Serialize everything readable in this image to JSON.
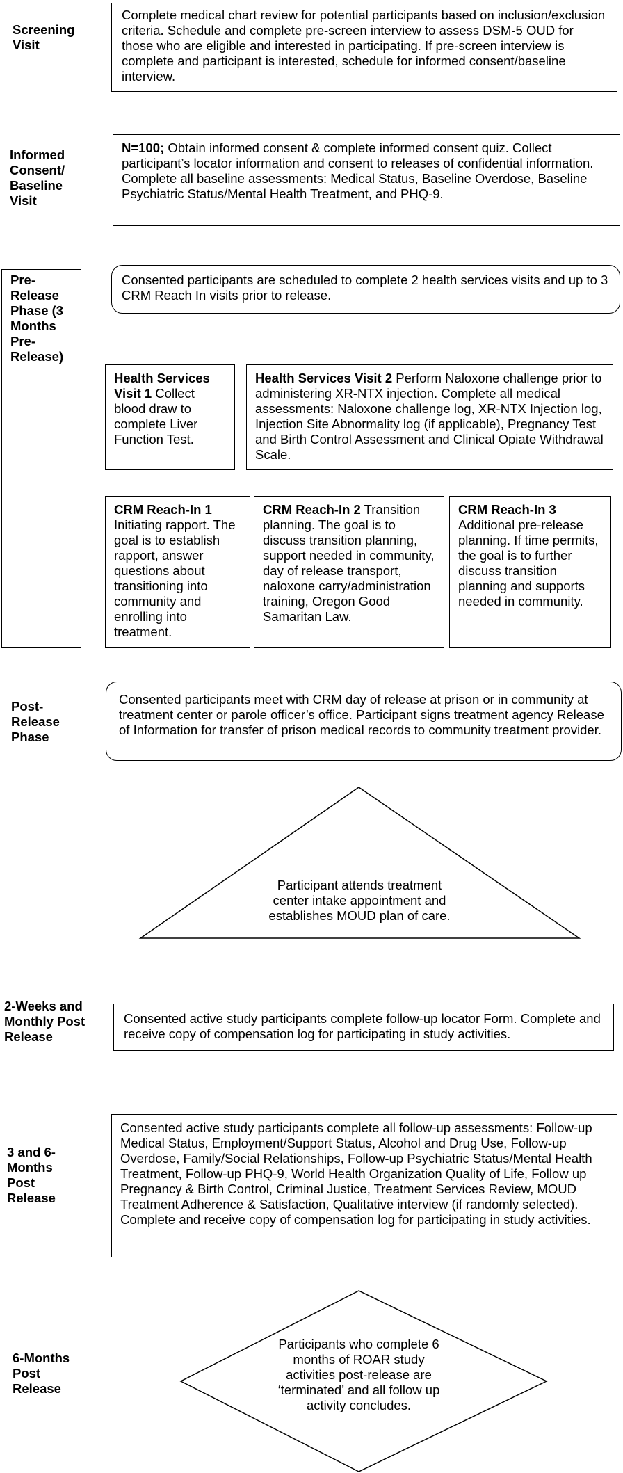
{
  "phases": {
    "screening": "Screening Visit",
    "consent": "Informed Consent/ Baseline Visit",
    "prerelease": "Pre-Release Phase (3 Months Pre-Release)",
    "postrelease": "Post-Release Phase",
    "twoweeks": "2-Weeks and Monthly Post Release",
    "threesix": "3 and 6-Months Post Release",
    "sixmonths": "6-Months Post Release"
  },
  "boxes": {
    "screening": "Complete medical chart review for potential participants based on inclusion/exclusion criteria. Schedule and complete pre-screen interview to assess DSM-5 OUD for those who are eligible and interested in participating. If pre-screen interview is complete and participant is interested, schedule for informed consent/baseline interview.",
    "consent_bold": "N=100;",
    "consent_text": " Obtain informed consent & complete informed consent quiz. Collect participant’s locator information and consent to releases of confidential information. Complete all baseline assessments: Medical Status, Baseline Overdose, Baseline Psychiatric Status/Mental Health Treatment, and PHQ-9.",
    "prerelease_summary": "Consented participants are scheduled to complete 2 health services visits and up to 3 CRM Reach In visits prior to release.",
    "hsv1_title": "Health Services Visit 1",
    "hsv1_text": " Collect blood draw to complete Liver Function Test.",
    "hsv2_title": "Health Services Visit 2",
    "hsv2_text": " Perform Naloxone challenge prior to administering XR-NTX injection. Complete all medical assessments: Naloxone challenge log, XR-NTX Injection log, Injection Site Abnormality log (if applicable), Pregnancy Test and Birth Control Assessment and Clinical Opiate Withdrawal Scale.",
    "crm1_title": "CRM Reach-In 1",
    "crm1_text": " Initiating rapport. The goal is to establish rapport, answer questions about transitioning into community and enrolling into treatment.",
    "crm2_title": "CRM Reach-In 2",
    "crm2_text": " Transition planning. The goal is to discuss transition planning, support needed in community, day of release transport, naloxone carry/administration training, Oregon Good Samaritan Law.",
    "crm3_title": "CRM Reach-In 3",
    "crm3_text": " Additional pre-release planning. If time permits, the goal is to further discuss transition planning and supports needed in community.",
    "postrelease": "Consented participants meet with CRM day of release at prison or in community at treatment center or parole officer’s office. Participant signs treatment agency Release of Information for transfer of prison medical records to community treatment provider.",
    "triangle": "Participant attends treatment center intake appointment and establishes MOUD plan of care.",
    "twoweeks": "Consented active study participants complete follow-up locator Form. Complete and receive copy of compensation log for participating in study activities.",
    "threesix": "Consented active study participants complete all follow-up assessments: Follow-up Medical Status, Employment/Support Status, Alcohol and Drug Use, Follow-up Overdose, Family/Social Relationships, Follow-up Psychiatric Status/Mental Health Treatment, Follow-up PHQ-9, World Health Organization Quality of Life, Follow up Pregnancy & Birth Control, Criminal Justice, Treatment Services Review, MOUD Treatment Adherence & Satisfaction, Qualitative interview (if randomly selected). Complete and receive copy of compensation log for participating in study activities.",
    "diamond": "Participants who complete 6 months of ROAR study activities post-release are ‘terminated’ and all follow up activity concludes."
  }
}
